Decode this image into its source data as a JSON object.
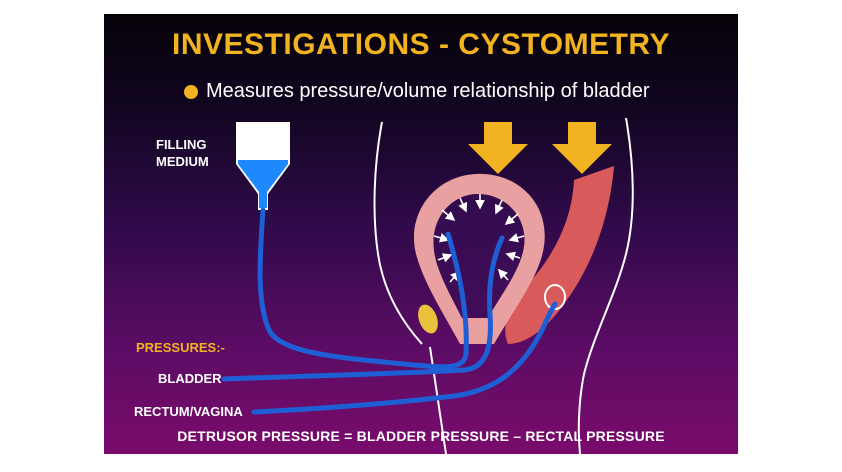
{
  "title": "INVESTIGATIONS - CYSTOMETRY",
  "subtitle": "Measures pressure/volume relationship of bladder",
  "labels": {
    "filling_line1": "FILLING",
    "filling_line2": "MEDIUM",
    "pressures": "PRESSURES:-",
    "bladder": "BLADDER",
    "rectum": "RECTUM/VAGINA"
  },
  "formula": "DETRUSOR PRESSURE = BLADDER PRESSURE – RECTAL PRESSURE",
  "colors": {
    "title": "#f2b320",
    "arrow": "#f2b320",
    "tube": "#1f5fd6",
    "fluid": "#1e88ff",
    "bladder_wall": "#e8a0a0",
    "rectum": "#d95a5a",
    "bone": "#e9c13a"
  },
  "icons": {
    "bullet": "filled-circle",
    "down_arrows": "down-arrow-icon"
  }
}
